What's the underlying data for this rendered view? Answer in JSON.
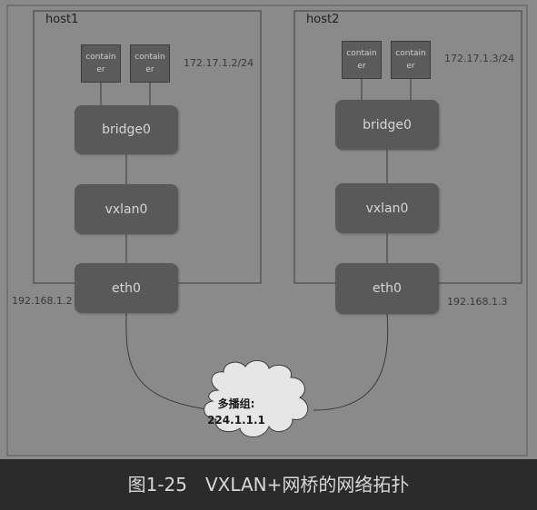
{
  "hosts": [
    {
      "name": "host1",
      "containers": [
        [
          "contain",
          "er"
        ],
        [
          "contain",
          "er"
        ]
      ],
      "container_subnet": "172.17.1.2/24",
      "bridge": "bridge0",
      "vxlan": "vxlan0",
      "eth": "eth0",
      "ip": "192.168.1.2"
    },
    {
      "name": "host2",
      "containers": [
        [
          "contain",
          "er"
        ],
        [
          "contain",
          "er"
        ]
      ],
      "container_subnet": "172.17.1.3/24",
      "bridge": "bridge0",
      "vxlan": "vxlan0",
      "eth": "eth0",
      "ip": "192.168.1.3"
    }
  ],
  "multicast": {
    "label": "多播组:",
    "address": "224.1.1.1"
  },
  "caption": "图1-25　VXLAN+网桥的网络拓扑",
  "colors": {
    "page_background": "#2b2b2b",
    "diagram_background": "#8a8a8a",
    "node_fill": "#595959",
    "node_text": "#d6d6d6",
    "line": "#3a3a3a"
  }
}
